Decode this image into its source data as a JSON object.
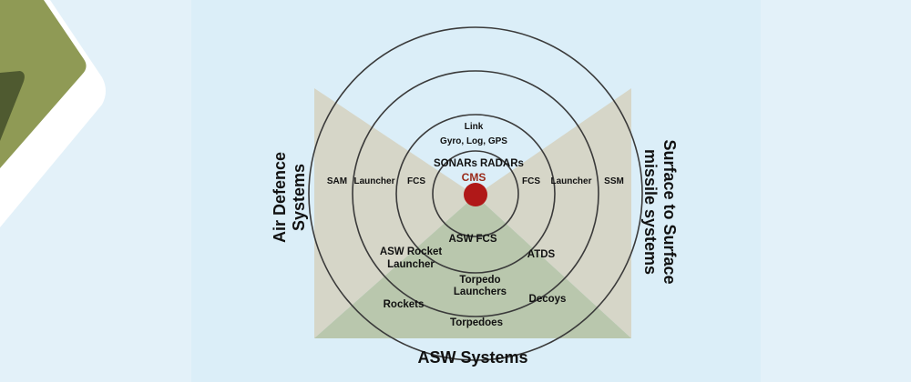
{
  "colors": {
    "background": "#e3f1f9",
    "panel": "#dbeef8",
    "sector_side": "#d6d6c8",
    "sector_bottom": "#b9c7ad",
    "ring": "#3a3a3a",
    "core": "#b01818",
    "accent_olive": "#8f9a55",
    "accent_dark_olive": "#4f5a30"
  },
  "diagram": {
    "titles": {
      "left": [
        "Air Defence",
        "Systems"
      ],
      "right": [
        "Surface to Surface",
        "missile systems"
      ],
      "bottom": "ASW Systems"
    },
    "rings": {
      "link": "Link",
      "nav": "Gyro, Log, GPS",
      "sonars": "SONARs",
      "radars": "RADARs",
      "cms": "CMS"
    },
    "air_defence": {
      "sam": "SAM",
      "launcher": "Launcher",
      "fcs": "FCS"
    },
    "surface": {
      "fcs": "FCS",
      "launcher": "Launcher",
      "ssm": "SSM"
    },
    "asw": {
      "asw_fcs": "ASW FCS",
      "rocket_launcher": [
        "ASW Rocket",
        "Launcher"
      ],
      "atds": "ATDS",
      "torpedo_launchers": [
        "Torpedo",
        "Launchers"
      ],
      "decoys": "Decoys",
      "rockets": "Rockets",
      "torpedoes": "Torpedoes"
    }
  }
}
